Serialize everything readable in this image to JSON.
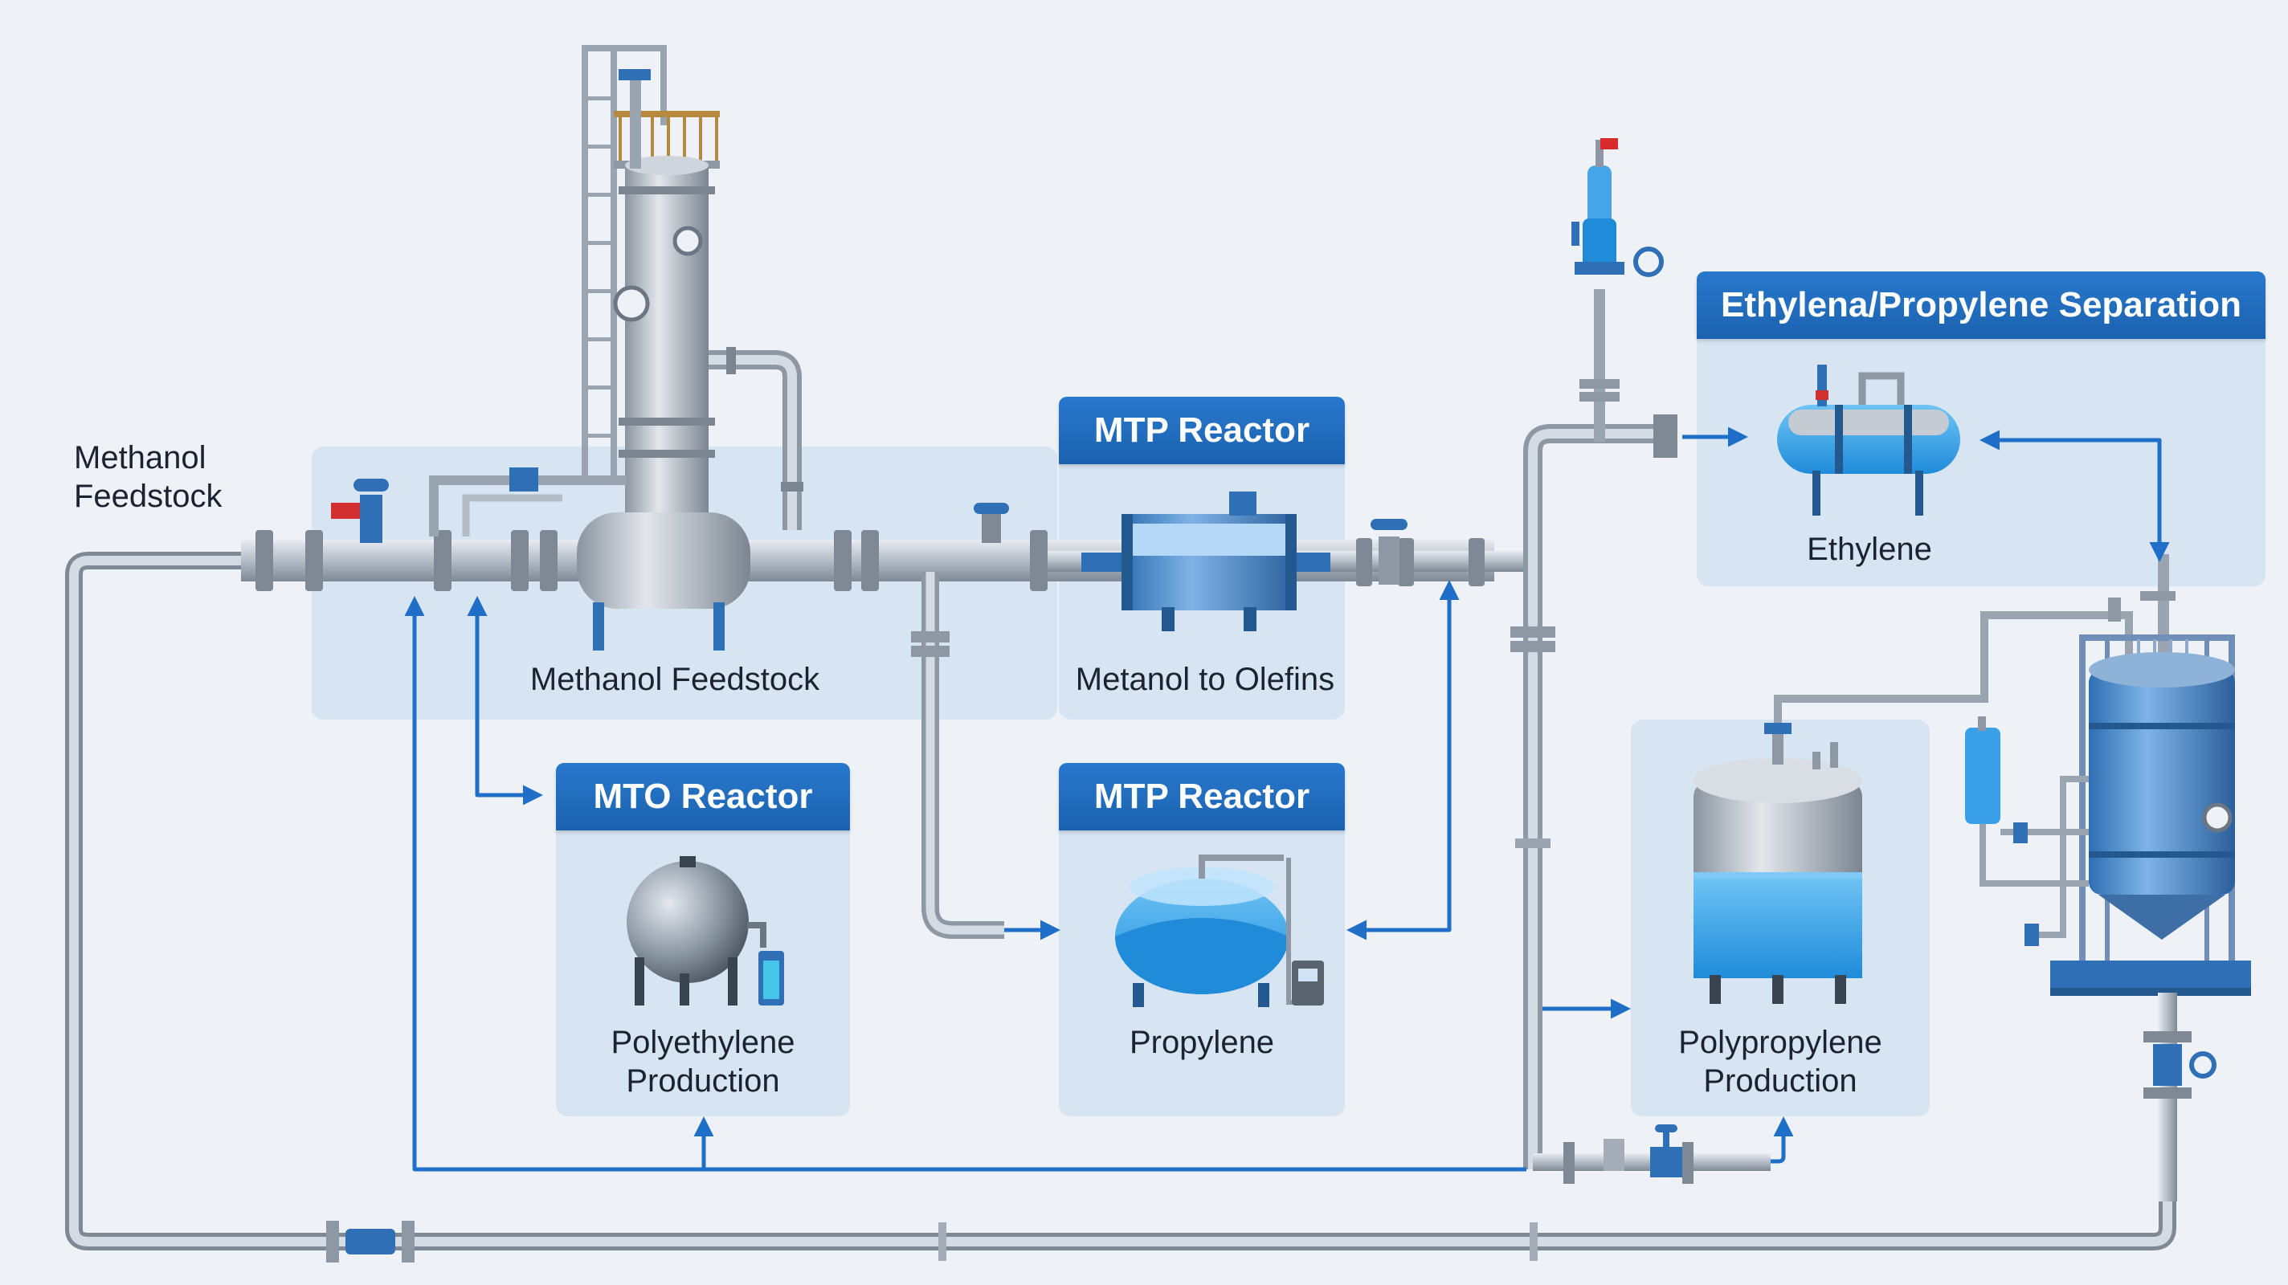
{
  "colors": {
    "background": "#eef2f7",
    "panel": "#c4daf0",
    "header": "#1f6abb",
    "pipe": "#b4bcc6",
    "flow_arrow": "#1f6fc8",
    "vessel_blue": "#3c9be6",
    "vessel_steel": "#a7b1bd"
  },
  "labels": {
    "methanol_feedstock_left": "Methanol\nFeedstock",
    "methanol_feedstock_panel": "Methanol Feedstock",
    "mtp_reactor_top_header": "MTP Reactor",
    "metanol_to_olefins": "Metanol to Olefins",
    "separation_header": "Ethylena/Propylene Separation",
    "ethylene": "Ethylene",
    "mto_reactor_header": "MTO Reactor",
    "polyethylene_production": "Polyethylene\nProduction",
    "mtp_reactor_bottom_header": "MTP Reactor",
    "propylene": "Propylene",
    "polypropylene_production": "Polypropylene\nProduction"
  },
  "icons": {
    "distillation_column": "distillation-column-icon",
    "mto_vessel": "spherical-vessel-icon",
    "mtp_vessel": "horizontal-drum-icon",
    "ethylene_tank": "horizontal-tank-icon",
    "polypropylene_tank": "storage-tank-icon",
    "final_reactor": "framed-reactor-icon"
  }
}
